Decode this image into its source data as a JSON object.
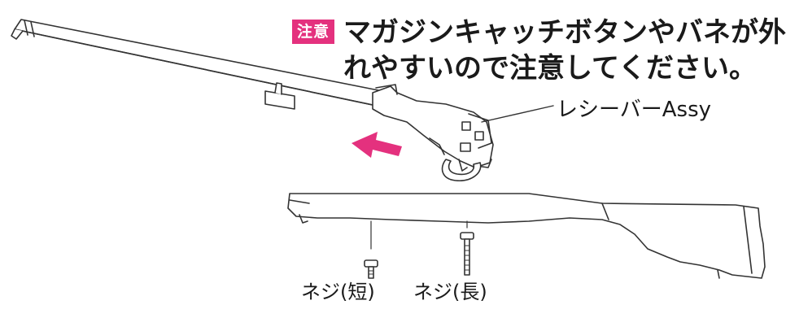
{
  "caution": {
    "badge": "注意",
    "line1": "マガジンキャッチボタンやバネが外",
    "line2": "れやすいので注意してください。"
  },
  "labels": {
    "receiver": "レシーバーAssy",
    "screw_short": "ネジ(短)",
    "screw_long": "ネジ(長)"
  },
  "colors": {
    "accent": "#e4317e",
    "line": "#333333",
    "fill": "#ffffff"
  }
}
